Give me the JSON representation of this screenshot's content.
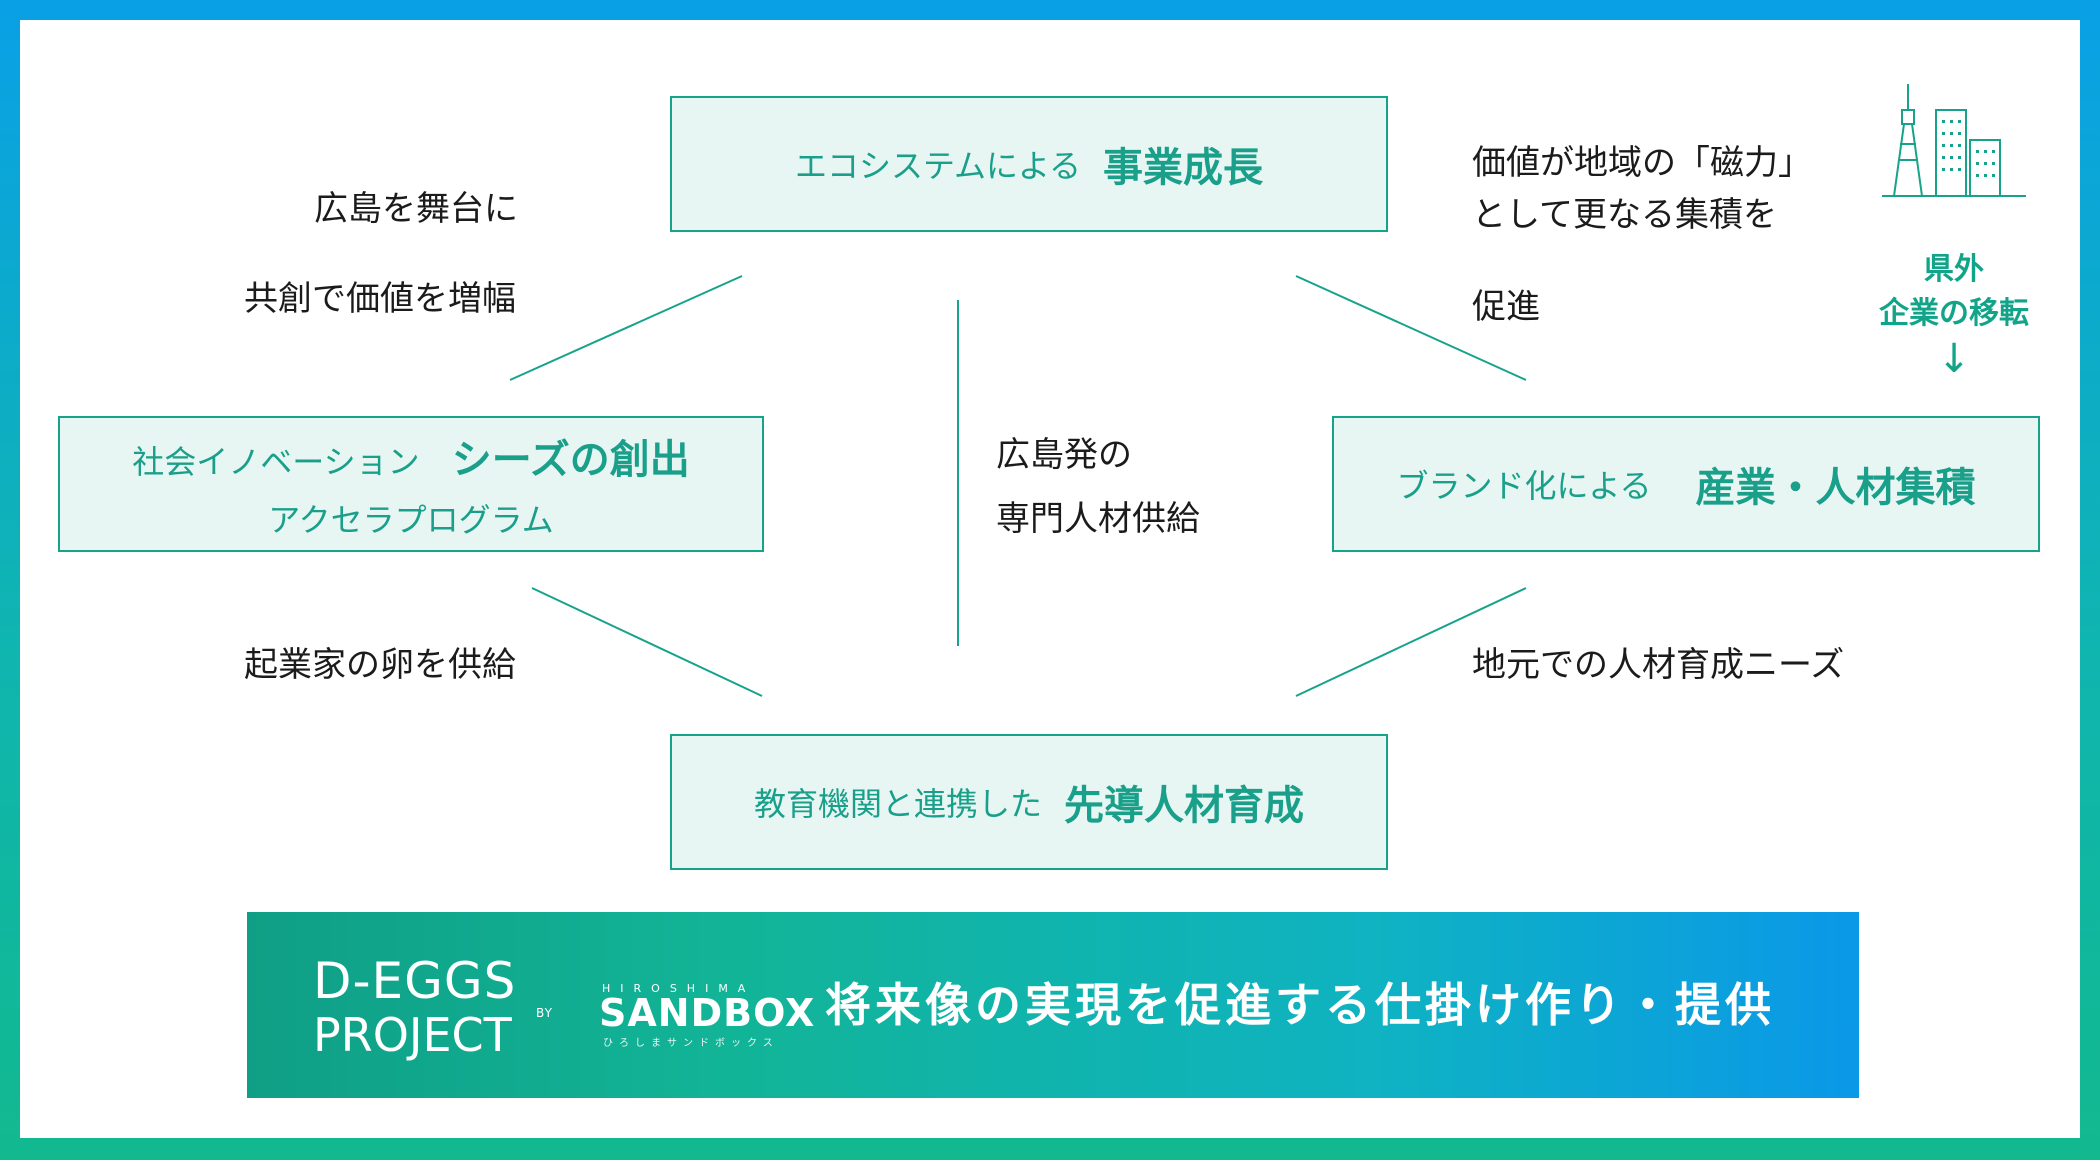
{
  "boxes": {
    "top": {
      "lead": "エコシステムによる",
      "strong": "事業成長"
    },
    "left": {
      "line1_lead": "社会イノベーション",
      "line1_strong": "シーズの創出",
      "line2": "アクセラプログラム"
    },
    "right": {
      "lead": "ブランド化による",
      "strong": "産業・人材集積"
    },
    "bottom": {
      "lead": "教育機関と連携した",
      "strong": "先導人材育成"
    }
  },
  "labels": {
    "top_left_1": "広島を舞台に",
    "top_left_2": "共創で価値を増幅",
    "top_right_1": "価値が地域の「磁力」",
    "top_right_2": "として更なる集積を",
    "top_right_3": "促進",
    "relocation_1": "県外",
    "relocation_2": "企業の移転",
    "relocation_arrow": "↓",
    "center_1": "広島発の",
    "center_2": "専門人材供給",
    "bottom_left": "起業家の卵を供給",
    "bottom_right": "地元での人材育成ニーズ"
  },
  "icons": {
    "city": "city-tower-icon"
  },
  "banner": {
    "logo_line1": "D-EGGS",
    "logo_line2": "PROJECT",
    "by": "BY",
    "sandbox_top": "HIROSHIMA",
    "sandbox_main": "SANDBOX",
    "sandbox_sub": "ひろしまサンドボックス",
    "tagline": "将来像の実現を促進する仕掛け作り・提供"
  },
  "colors": {
    "accent": "#16a38a",
    "box_fill": "#e7f6f3",
    "text": "#1b1b1b"
  }
}
